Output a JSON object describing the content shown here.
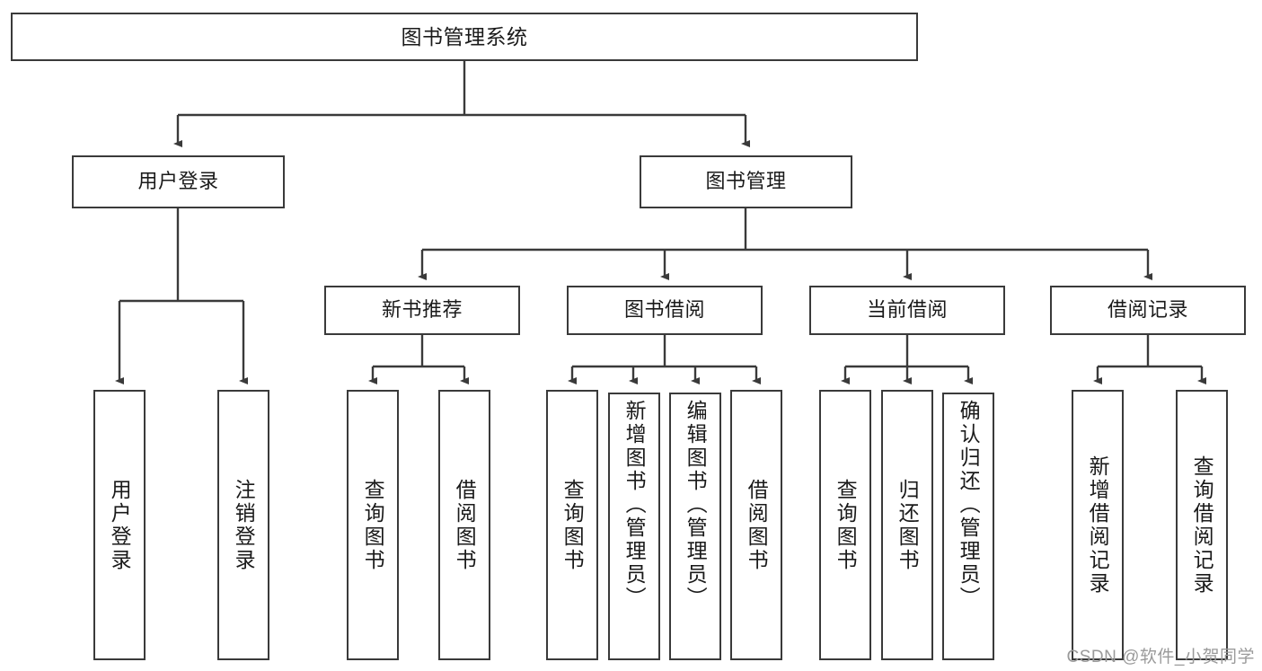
{
  "diagram": {
    "title": "图书管理系统",
    "watermark": "CSDN @软件_小贺同学",
    "line_color": "#3a3a3a",
    "box_fill": "#ffffff",
    "text_color": "#1a1a1a",
    "root": {
      "label": "图书管理系统"
    },
    "level2": [
      {
        "label": "用户登录"
      },
      {
        "label": "图书管理"
      }
    ],
    "level3": [
      {
        "label": "新书推荐"
      },
      {
        "label": "图书借阅"
      },
      {
        "label": "当前借阅"
      },
      {
        "label": "借阅记录"
      }
    ],
    "leaves": {
      "user_login": [
        {
          "label": "用户登录"
        },
        {
          "label": "注销登录"
        }
      ],
      "new_book_recommend": [
        {
          "label": "查询图书"
        },
        {
          "label": "借阅图书"
        }
      ],
      "book_borrow": [
        {
          "label": "查询图书"
        },
        {
          "label": "新增图书（管理员）"
        },
        {
          "label": "编辑图书（管理员）"
        },
        {
          "label": "借阅图书"
        }
      ],
      "current_borrow": [
        {
          "label": "查询图书"
        },
        {
          "label": "归还图书"
        },
        {
          "label": "确认归还（管理员）"
        }
      ],
      "borrow_record": [
        {
          "label": "新增借阅记录"
        },
        {
          "label": "查询借阅记录"
        }
      ]
    }
  }
}
